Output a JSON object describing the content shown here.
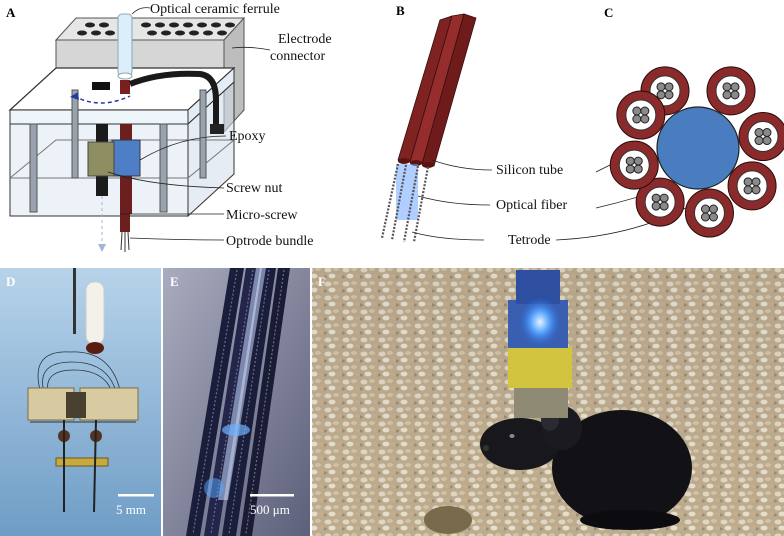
{
  "panels": {
    "a": {
      "letter": "A",
      "labels": {
        "ferrule": "Optical ceramic ferrule",
        "connector_line1": "Electrode",
        "connector_line2": "connector",
        "epoxy": "Epoxy",
        "screw_nut": "Screw nut",
        "micro_screw": "Micro-screw",
        "optrode_bundle": "Optrode bundle"
      }
    },
    "b": {
      "letter": "B",
      "labels": {
        "silicon_tube": "Silicon tube",
        "optical_fiber": "Optical fiber",
        "tetrode": "Tetrode"
      }
    },
    "c": {
      "letter": "C"
    },
    "d": {
      "letter": "D",
      "scale_bar": "5 mm"
    },
    "e": {
      "letter": "E",
      "scale_bar": "500 μm"
    },
    "f": {
      "letter": "F"
    }
  },
  "colors": {
    "tube_red": "#8b2a2a",
    "fiber_blue": "#4a7cc0",
    "photo_bg_d": "#9fc0dc",
    "photo_bg_e": "#7a7e96",
    "photo_bg_f": "#b9aa90"
  }
}
